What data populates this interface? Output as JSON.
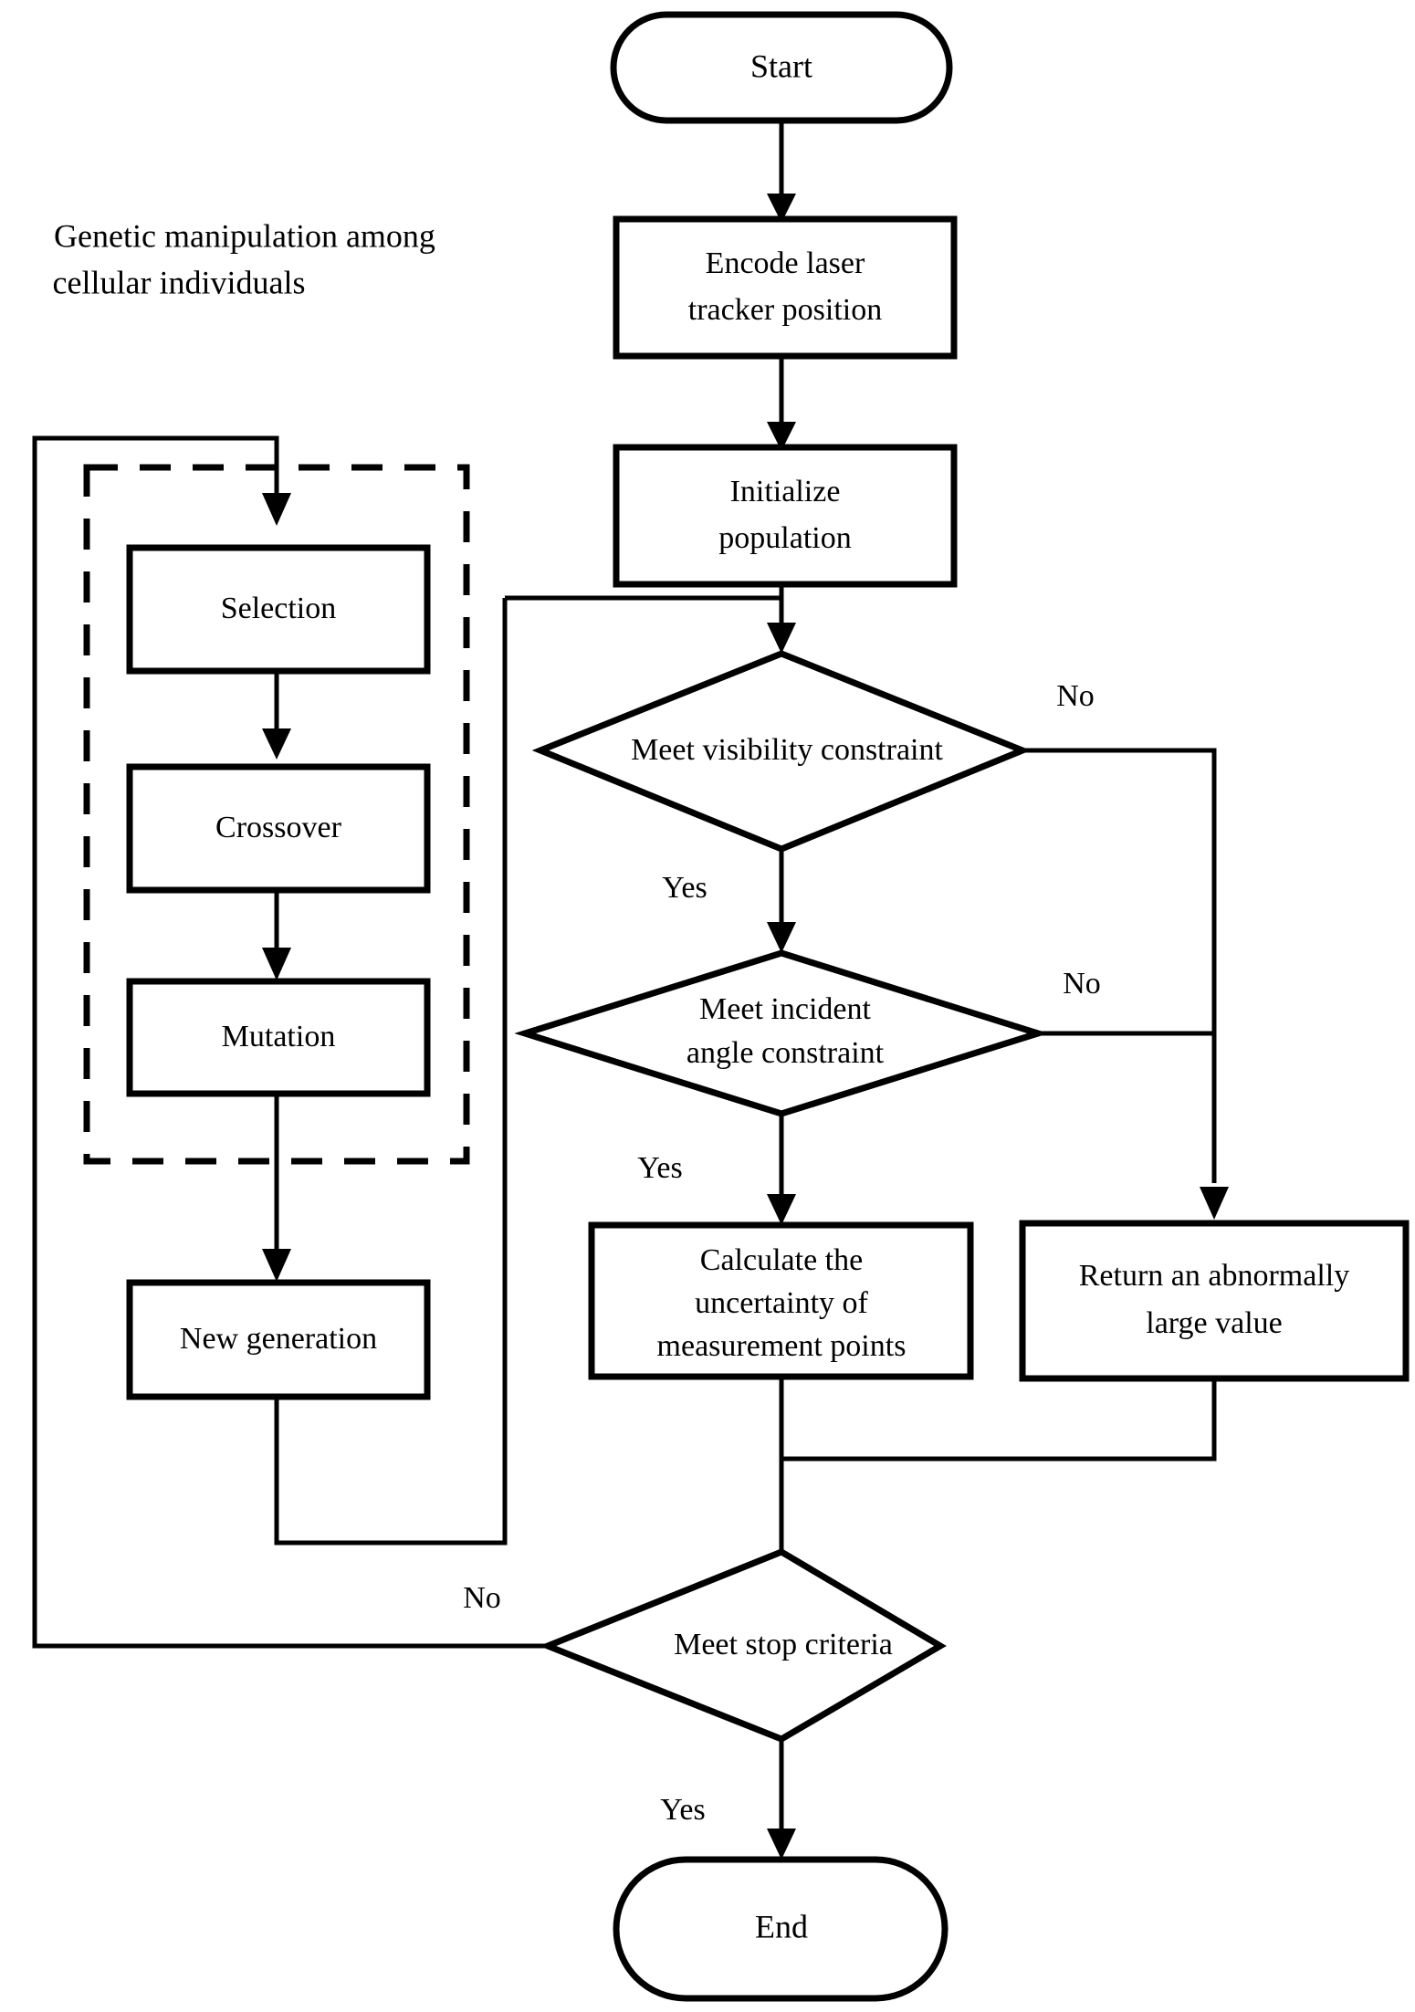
{
  "diagram": {
    "title_caption": {
      "line1": "Genetic manipulation among",
      "line2": "cellular individuals"
    },
    "nodes": {
      "start": {
        "label": "Start",
        "type": "terminal"
      },
      "encode": {
        "line1": "Encode laser",
        "line2": "tracker position",
        "type": "process"
      },
      "initialize": {
        "line1": "Initialize",
        "line2": "population",
        "type": "process"
      },
      "visibility": {
        "label": "Meet visibility constraint",
        "type": "decision"
      },
      "incident": {
        "line1": "Meet incident",
        "line2": "angle constraint",
        "type": "decision"
      },
      "calculate": {
        "line1": "Calculate the",
        "line2": "uncertainty of",
        "line3": "measurement points",
        "type": "process"
      },
      "return_large": {
        "line1": "Return an abnormally",
        "line2": "large value",
        "type": "process"
      },
      "stop_criteria": {
        "label": "Meet stop criteria",
        "type": "decision"
      },
      "end": {
        "label": "End",
        "type": "terminal"
      },
      "selection": {
        "label": "Selection",
        "type": "process"
      },
      "crossover": {
        "label": "Crossover",
        "type": "process"
      },
      "mutation": {
        "label": "Mutation",
        "type": "process"
      },
      "new_generation": {
        "label": "New generation",
        "type": "process"
      }
    },
    "edge_labels": {
      "visibility_no": "No",
      "visibility_yes": "Yes",
      "incident_no": "No",
      "incident_yes": "Yes",
      "stop_no": "No",
      "stop_yes": "Yes"
    },
    "colors": {
      "stroke": "#000000",
      "fill": "#ffffff",
      "background": "#ffffff"
    }
  }
}
